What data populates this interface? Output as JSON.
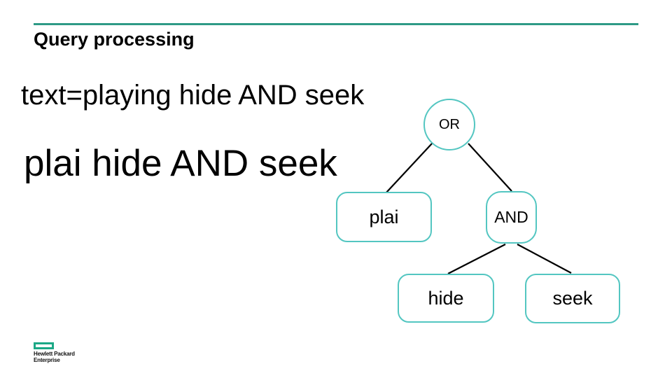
{
  "slide": {
    "title": "Query processing",
    "query_original": "text=playing hide AND seek",
    "query_stemmed": "plai hide AND seek"
  },
  "tree": {
    "root": {
      "label": "OR",
      "shape": "circle"
    },
    "left_child": {
      "label": "plai",
      "shape": "rounded-rect"
    },
    "right_child": {
      "label": "AND",
      "shape": "rounded-rect"
    },
    "left_leaf": {
      "label": "hide",
      "shape": "rounded-rect"
    },
    "right_leaf": {
      "label": "seek",
      "shape": "rounded-rect"
    }
  },
  "logo": {
    "line1": "Hewlett Packard",
    "line2": "Enterprise"
  },
  "colors": {
    "accent_rule": "#2E9A86",
    "node_border": "#53C6C1",
    "edge": "#000000",
    "logo_green": "#1CA886",
    "text": "#000000"
  }
}
